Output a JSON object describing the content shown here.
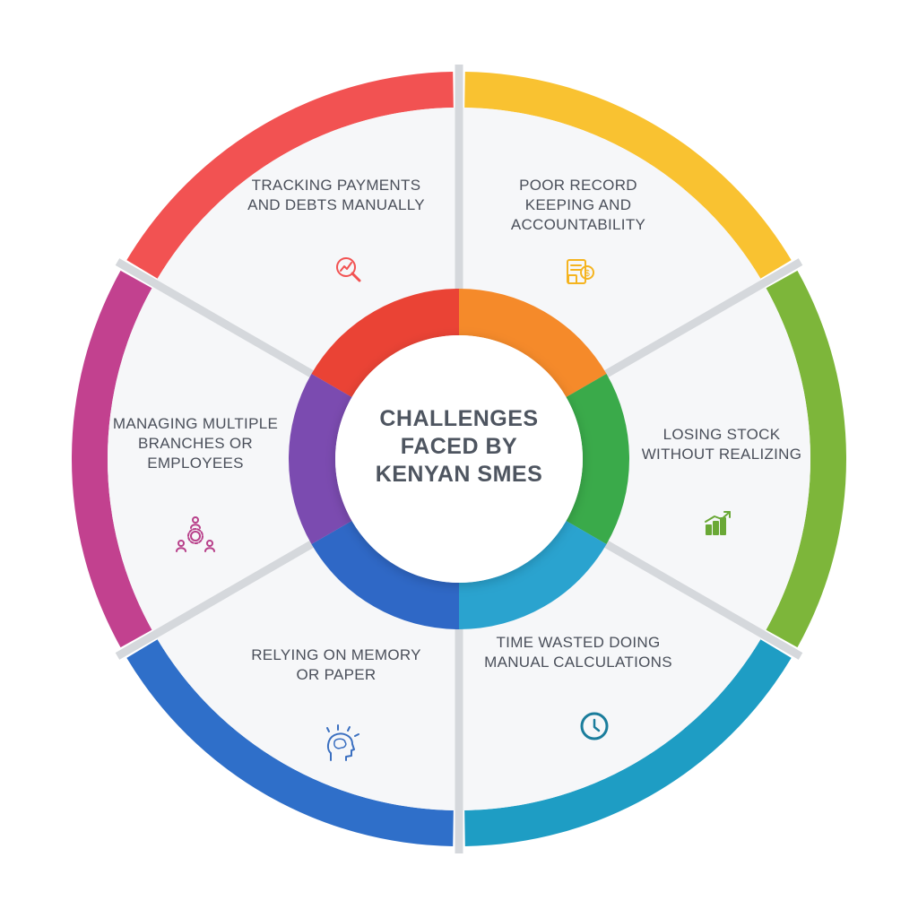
{
  "center": {
    "title": "CHALLENGES FACED BY KENYAN SMES"
  },
  "segments": [
    {
      "label": "TRACKING PAYMENTS AND DEBTS MANUALLY",
      "icon": "magnifier-chart-icon",
      "outer_color": "#f25252",
      "inner_color": "#ea4335"
    },
    {
      "label": "POOR RECORD KEEPING AND ACCOUNTABILITY",
      "icon": "invoice-calculator-icon",
      "outer_color": "#f9c231",
      "inner_color": "#f58a2a"
    },
    {
      "label": "LOSING STOCK WITHOUT REALIZING",
      "icon": "bar-chart-growth-icon",
      "outer_color": "#7db63a",
      "inner_color": "#3aaa4a"
    },
    {
      "label": "TIME WASTED DOING MANUAL CALCULATIONS",
      "icon": "clock-icon",
      "outer_color": "#1e9dc4",
      "inner_color": "#2aa3cf"
    },
    {
      "label": "RELYING ON MEMORY OR PAPER",
      "icon": "head-brain-icon",
      "outer_color": "#2f6fc9",
      "inner_color": "#2f68c6"
    },
    {
      "label": "MANAGING MULTIPLE BRANCHES OR EMPLOYEES",
      "icon": "team-gear-icon",
      "outer_color": "#c2418f",
      "inner_color": "#7b4bb0"
    }
  ],
  "colors": {
    "panel": "#f6f7f9",
    "separator": "#d5d8dc",
    "text": "#4a4f5a",
    "title": "#4e5560"
  }
}
